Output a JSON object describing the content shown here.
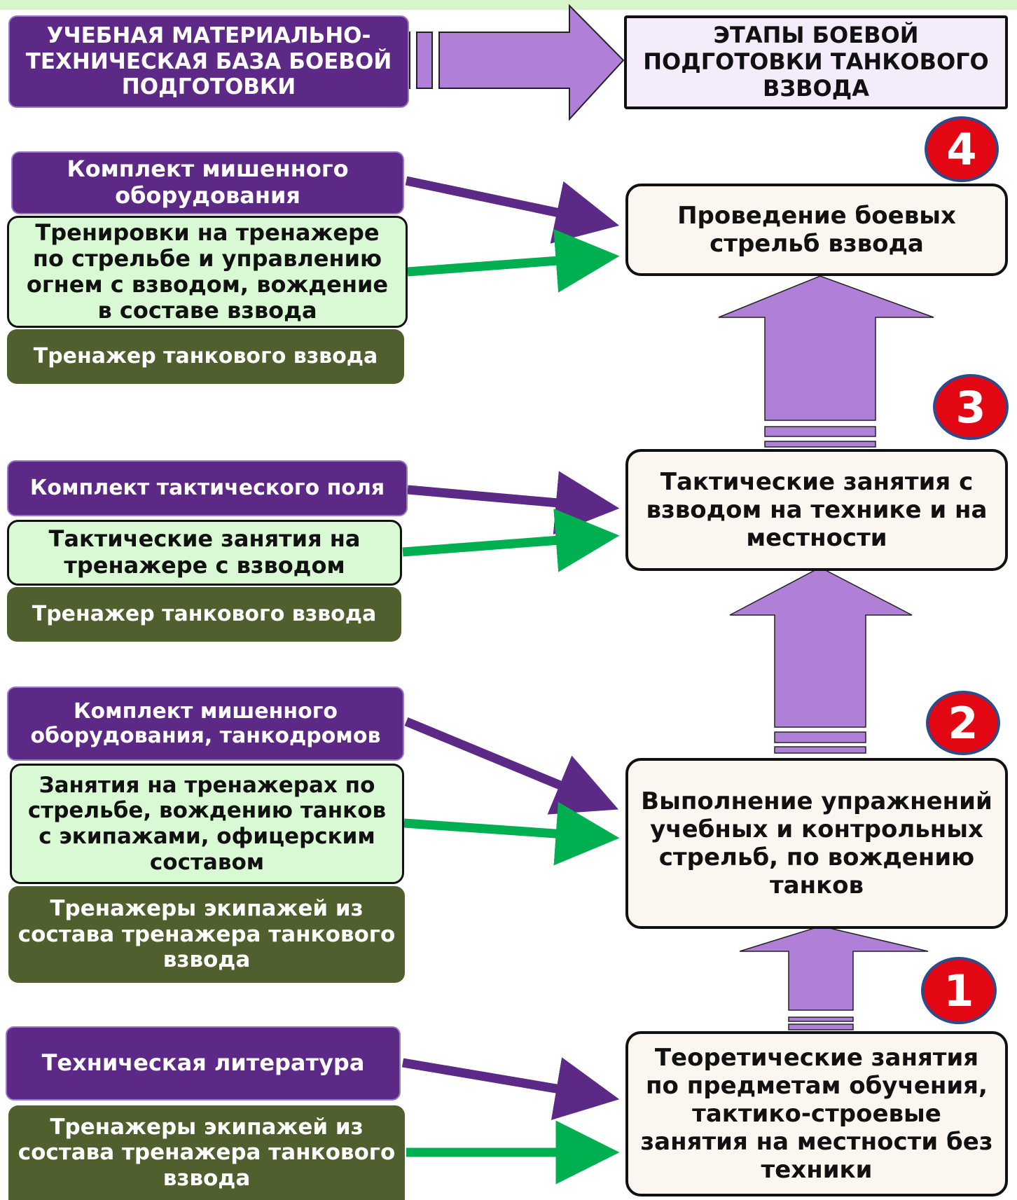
{
  "header": {
    "left_title": "УЧЕБНАЯ МАТЕРИАЛЬНО-ТЕХНИЧЕСКАЯ БАЗА БОЕВОЙ ПОДГОТОВКИ",
    "right_title": "ЭТАПЫ БОЕВОЙ ПОДГОТОВКИ ТАНКОВОГО ВЗВОДА"
  },
  "stages": [
    {
      "number": "4",
      "text": "Проведение боевых стрельб взвода"
    },
    {
      "number": "3",
      "text": "Тактические занятия с взводом на технике и на местности"
    },
    {
      "number": "2",
      "text": "Выполнение упражнений учебных и контрольных стрельб, по вождению танков"
    },
    {
      "number": "1",
      "text": "Теоретические занятия по предметам обучения, тактико-строевые занятия на местности без техники"
    }
  ],
  "groups": {
    "stage4": {
      "equipment": "Комплект мишенного оборудования",
      "training": "Тренировки на тренажере по стрельбе и управлению огнем с взводом, вождение в составе взвода",
      "simulator": "Тренажер танкового взвода"
    },
    "stage3": {
      "equipment": "Комплект тактического поля",
      "training": "Тактические занятия на тренажере с взводом",
      "simulator": "Тренажер танкового взвода"
    },
    "stage2": {
      "equipment": "Комплект мишенного оборудования, танкодромов",
      "training": "Занятия на тренажерах по стрельбе, вождению танков с экипажами, офицерским составом",
      "simulator": "Тренажеры экипажей из состава тренажера танкового взвода"
    },
    "stage1": {
      "equipment": "Техническая литература",
      "simulator": "Тренажеры экипажей из состава тренажера танкового взвода"
    }
  },
  "colors": {
    "purple_box": "#5c2a86",
    "purple_arrow": "#5c2a86",
    "green_box": "#d8f9d4",
    "green_arrow": "#00b050",
    "olive_box": "#4f5f2d",
    "stage_box": "#fbf6f0",
    "block_arrow": "#b080d8",
    "badge": "#e30613"
  }
}
